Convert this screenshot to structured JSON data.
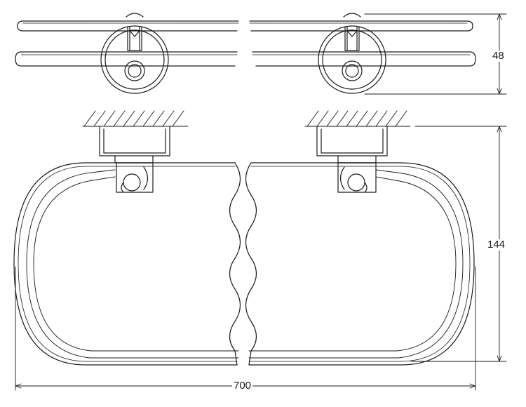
{
  "dimensions": {
    "height_top_view": "48",
    "height_front_view": "144",
    "overall_width": "700"
  },
  "colors": {
    "line": "#1a1a1a",
    "background": "#ffffff"
  }
}
